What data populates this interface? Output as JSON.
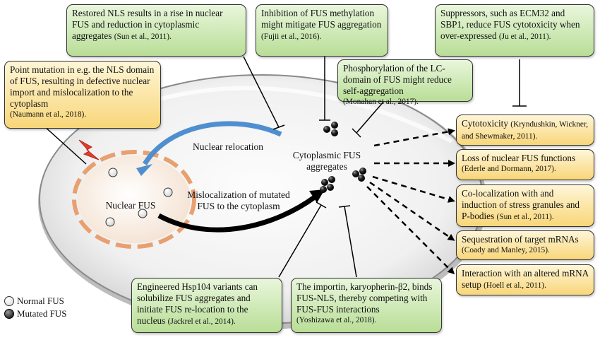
{
  "colors": {
    "green_box": "#c9e6ad",
    "yellow_box": "#f8d679",
    "nucleus_border": "#e9a070",
    "arrow_blue": "#4f8fcf"
  },
  "boxes": {
    "restored_nls": {
      "text": "Restored NLS results in a rise in nuclear FUS and reduction in cytoplasmic aggregates",
      "ref": "(Sun et al., 2011)."
    },
    "methylation": {
      "text": "Inhibition of FUS methylation might mitigate FUS aggregation",
      "ref": "(Fujii et al., 2016)."
    },
    "suppressors": {
      "text": "Suppressors, such as ECM32 and SBP1, reduce FUS cytotoxicity when over-expressed",
      "ref": "(Ju et al., 2011)."
    },
    "point_mutation": {
      "text": "Point mutation in e.g. the NLS domain of FUS, resulting in defective nuclear import and mislocalization to the cytoplasm",
      "ref": "(Naumann et al., 2018)."
    },
    "phosphorylation": {
      "text": "Phosphorylation of the LC-domain of FUS might reduce self-aggregation",
      "ref": "(Monahan et al., 2017)."
    },
    "cytotoxicity": {
      "text": "Cytotoxicity",
      "ref": "(Kryndushkin, Wickner, and Shewmaker, 2011)."
    },
    "loss_nuclear": {
      "text": "Loss of nuclear FUS functions",
      "ref": "(Ederle and Dormann, 2017)."
    },
    "colocalization": {
      "text": "Co-localization with and induction of stress granules and P-bodies",
      "ref": "(Sun et al., 2011)."
    },
    "sequestration": {
      "text": "Sequestration of target mRNAs",
      "ref": "(Coady and Manley, 2015)."
    },
    "interaction": {
      "text": "Interaction with an altered mRNA setup",
      "ref": "(Hoell et al., 2011)."
    },
    "hsp104": {
      "text": "Engineered Hsp104 variants can solubilize FUS aggregates and initiate FUS re-location to the nucleus",
      "ref": "(Jackrel et al., 2014)."
    },
    "importin": {
      "text": "The importin, karyopherin-β2, binds FUS-NLS, thereby competing with FUS-FUS interactions",
      "ref": "(Yoshizawa et al., 2018)."
    }
  },
  "labels": {
    "nuclear_relocation": "Nuclear relocation",
    "cyto_aggregates": "Cytoplasmic FUS aggregates",
    "nuclear_fus": "Nuclear FUS",
    "mislocalization": "Mislocalization of mutated FUS to the cytoplasm"
  },
  "legend": {
    "normal": "Normal FUS",
    "mutated": "Mutated FUS"
  }
}
